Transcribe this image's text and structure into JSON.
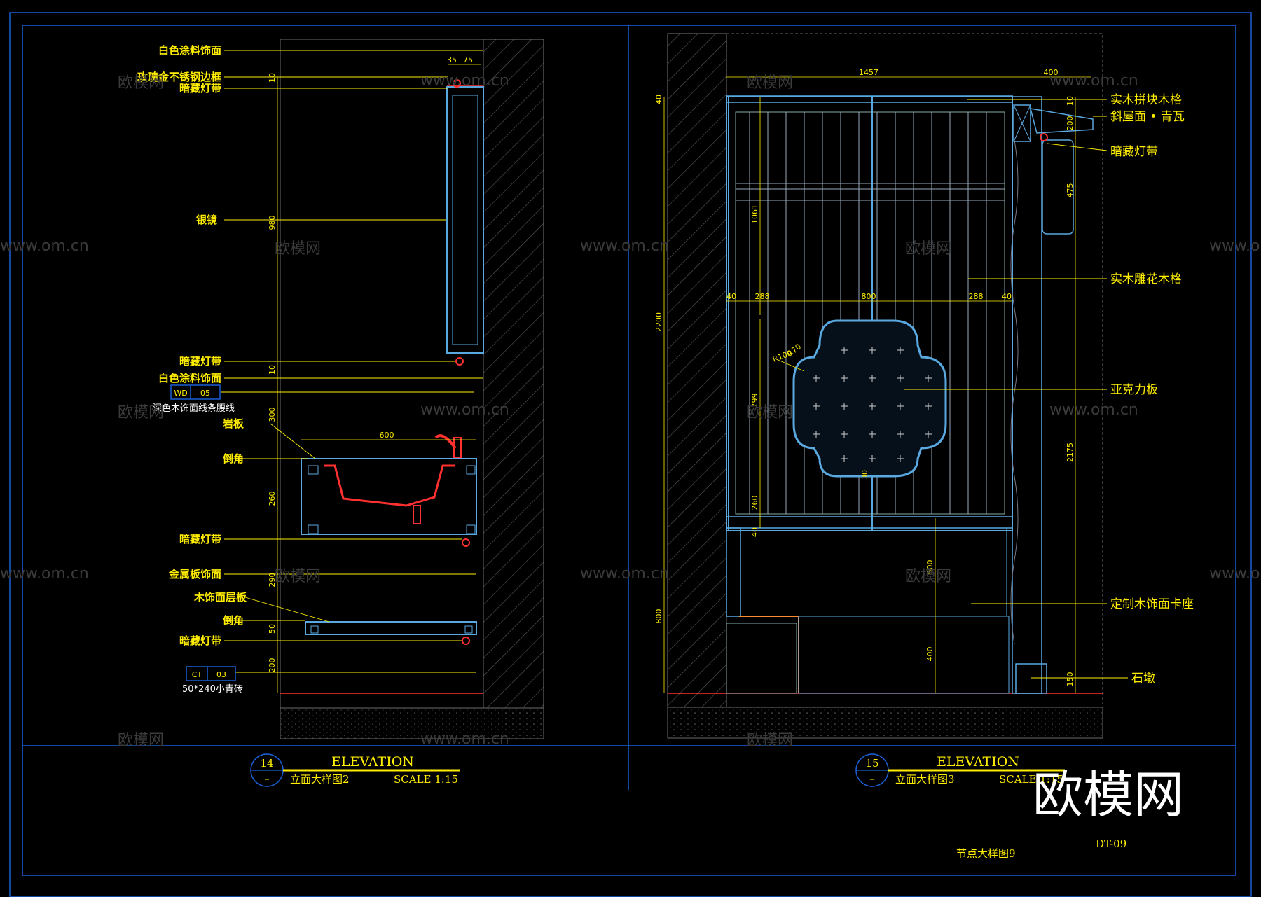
{
  "left_elevation": {
    "labels": [
      "白色涂料饰面",
      "玫瑰金不锈钢边框",
      "暗藏灯带",
      "银镜",
      "暗藏灯带",
      "白色涂料饰面",
      "深色木饰面线条腰线",
      "岩板",
      "倒角",
      "暗藏灯带",
      "金属板饰面",
      "木饰面层板",
      "倒角",
      "暗藏灯带",
      "50*240小青砖"
    ],
    "tags": [
      {
        "code": "WD",
        "num": "05"
      },
      {
        "code": "CT",
        "num": "03"
      }
    ],
    "dims": [
      "35",
      "75",
      "980",
      "10",
      "300",
      "600",
      "260",
      "290",
      "50",
      "200",
      "10"
    ],
    "number": "14",
    "number_sub": "–",
    "title": "ELEVATION",
    "subtitle": "立面大样图2",
    "scale": "SCALE 1:15"
  },
  "right_elevation": {
    "labels": [
      "实木拼块木格",
      "斜屋面 • 青瓦",
      "暗藏灯带",
      "实木雕花木格",
      "亚克力板",
      "定制木饰面卡座",
      "石墩"
    ],
    "dims": [
      "1457",
      "400",
      "40",
      "10",
      "200",
      "475",
      "2200",
      "1061",
      "40",
      "288",
      "800",
      "288",
      "40",
      "R100",
      "R70",
      "799",
      "30",
      "260",
      "40",
      "500",
      "400",
      "800",
      "2175",
      "150"
    ],
    "number": "15",
    "number_sub": "–",
    "title": "ELEVATION",
    "subtitle": "立面大样图3",
    "scale": "SCALE 1:15"
  },
  "title_block": {
    "drawing_name": "节点大样图9",
    "drawing_no": "DT-09"
  },
  "watermark": {
    "text": "欧模网",
    "url": "www.om.cn",
    "logo": "欧模网"
  },
  "colors": {
    "background": "#000000",
    "label": "#ffee00",
    "frame": "#1a5fd6",
    "outline": "#5aa8e0",
    "accent": "#ff2020"
  }
}
